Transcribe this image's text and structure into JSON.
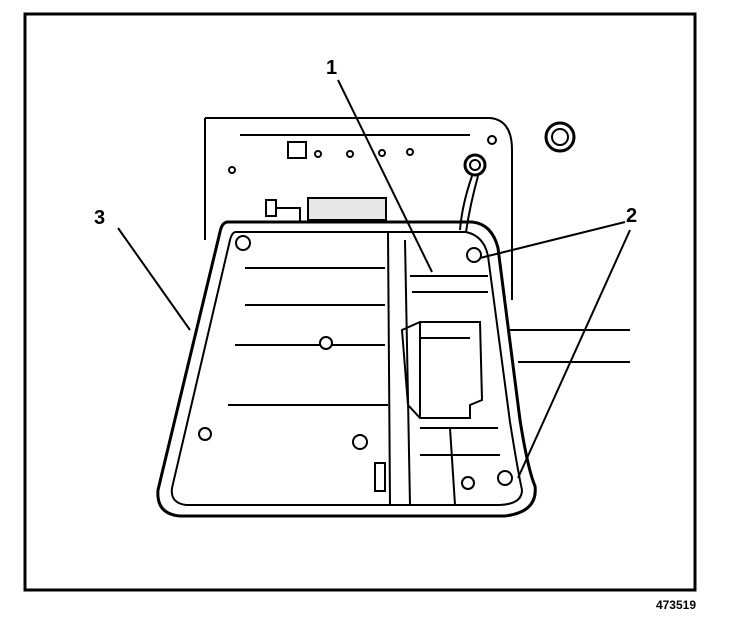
{
  "callouts": {
    "c1": "1",
    "c2": "2",
    "c3": "3"
  },
  "figure_id": "473519",
  "colors": {
    "ink": "#000000",
    "paper": "#ffffff",
    "shade": "#e8e8e8"
  }
}
